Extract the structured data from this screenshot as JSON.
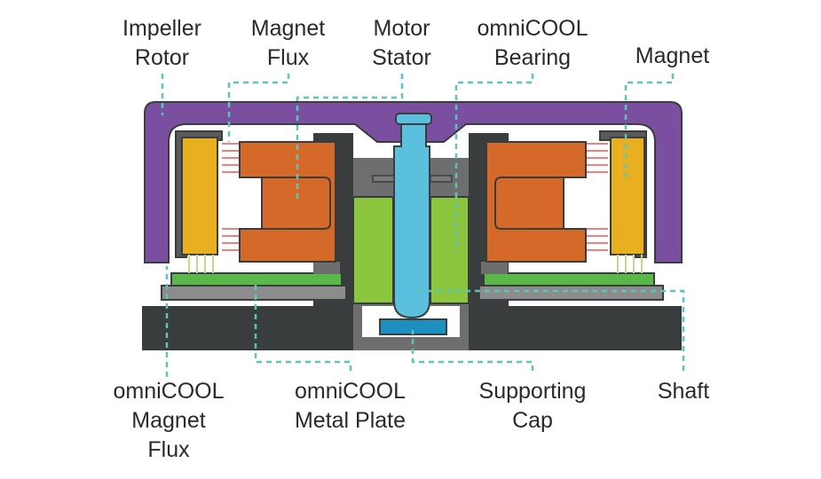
{
  "labels": {
    "impeller_rotor": [
      "Impeller",
      "Rotor"
    ],
    "magnet_flux": [
      "Magnet",
      "Flux"
    ],
    "motor_stator": [
      "Motor",
      "Stator"
    ],
    "omnicool_bearing": [
      "omniCOOL",
      "Bearing"
    ],
    "magnet": [
      "Magnet"
    ],
    "omnicool_magnet_flux": [
      "omniCOOL",
      "Magnet",
      "Flux"
    ],
    "omnicool_metal_plate": [
      "omniCOOL",
      "Metal Plate"
    ],
    "supporting_cap": [
      "Supporting",
      "Cap"
    ],
    "shaft": [
      "Shaft"
    ]
  },
  "colors": {
    "rotor": "#7a4fa0",
    "magnet": "#e8b020",
    "stator": "#d4692a",
    "bearing": "#8cc63f",
    "shaft": "#5bc0de",
    "cap": "#1e90c0",
    "housing": "#3a3d3e",
    "metal_plate": "#8c8c8c",
    "pcb": "#5ab848",
    "leader": "#5cc4b8",
    "flux_arrow": "#f08080"
  }
}
